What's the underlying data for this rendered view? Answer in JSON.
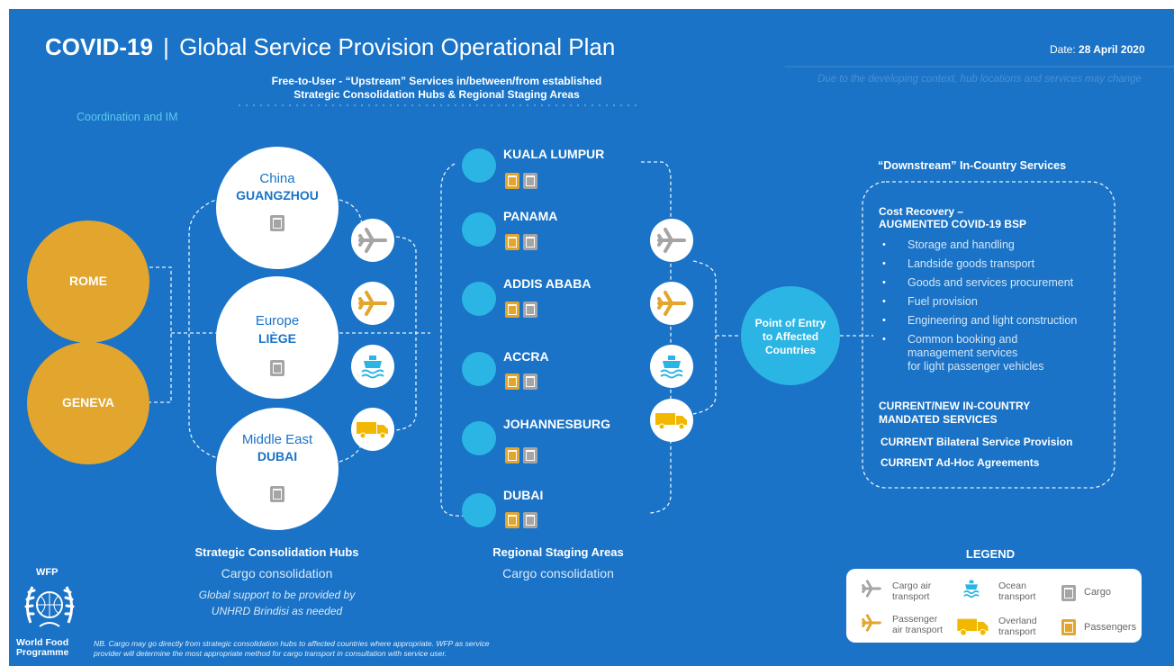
{
  "header": {
    "title_bold": "COVID-19",
    "title_sep": "|",
    "title_rest": "Global Service Provision Operational Plan",
    "date_label": "Date:",
    "date_value": "28 April 2020",
    "disclaimer": "Due to the developing context, hub locations and services may change"
  },
  "upstream": {
    "line1": "Free-to-User - “Upstream” Services in/between/from established",
    "line2": "Strategic Consolidation Hubs & Regional Staging Areas"
  },
  "coordination_label": "Coordination and IM",
  "coordination": [
    "ROME",
    "GENEVA"
  ],
  "hubs": [
    {
      "region": "China",
      "city": "GUANGZHOU"
    },
    {
      "region": "Europe",
      "city": "LIÈGE"
    },
    {
      "region": "Middle East",
      "city": "DUBAI"
    }
  ],
  "hubs_caption": {
    "title": "Strategic Consolidation Hubs",
    "subtitle": "Cargo consolidation",
    "note1": "Global support to be provided by",
    "note2": "UNHRD Brindisi as needed"
  },
  "staging": [
    "KUALA LUMPUR",
    "PANAMA",
    "ADDIS ABABA",
    "ACCRA",
    "JOHANNESBURG",
    "DUBAI"
  ],
  "staging_caption": {
    "title": "Regional Staging Areas",
    "subtitle": "Cargo consolidation"
  },
  "point_of_entry": [
    "Point of Entry",
    "to Affected",
    "Countries"
  ],
  "downstream": {
    "title": "“Downstream” In-Country Services",
    "cost_recovery_1": "Cost Recovery –",
    "cost_recovery_2": "AUGMENTED COVID-19 BSP",
    "services": [
      "Storage and handling",
      "Landside goods transport",
      "Goods and services procurement",
      "Fuel provision",
      "Engineering and light construction",
      "Common booking and\nmanagement services\nfor light passenger vehicles"
    ],
    "mandated_1": "CURRENT/NEW IN-COUNTRY",
    "mandated_2": "MANDATED SERVICES",
    "bilateral": "CURRENT Bilateral Service Provision",
    "adhoc": "CURRENT Ad-Hoc Agreements"
  },
  "legend": {
    "title": "LEGEND",
    "cargo_air": "Cargo air\ntransport",
    "ocean": "Ocean\ntransport",
    "cargo": "Cargo",
    "passenger_air": "Passenger\nair transport",
    "overland": "Overland\ntransport",
    "passengers": "Passengers"
  },
  "wfp": {
    "acronym": "WFP",
    "name1": "World Food",
    "name2": "Programme"
  },
  "footnote": {
    "line1": "NB. Cargo may go directly from strategic consolidation hubs  to affected countries where appropriate. WFP as service",
    "line2": "provider will determine the most appropriate method for cargo transport in consultation with service user."
  },
  "colors": {
    "background": "#1a73c6",
    "gold": "#e2a52d",
    "cyan": "#2bb5e4",
    "grey": "#a5a5a5",
    "white": "#ffffff",
    "light_text": "#a9d3f5"
  },
  "icons": [
    "airplane-icon",
    "ship-icon",
    "truck-icon",
    "cargo-box-icon",
    "passenger-box-icon",
    "wfp-logo-icon"
  ]
}
